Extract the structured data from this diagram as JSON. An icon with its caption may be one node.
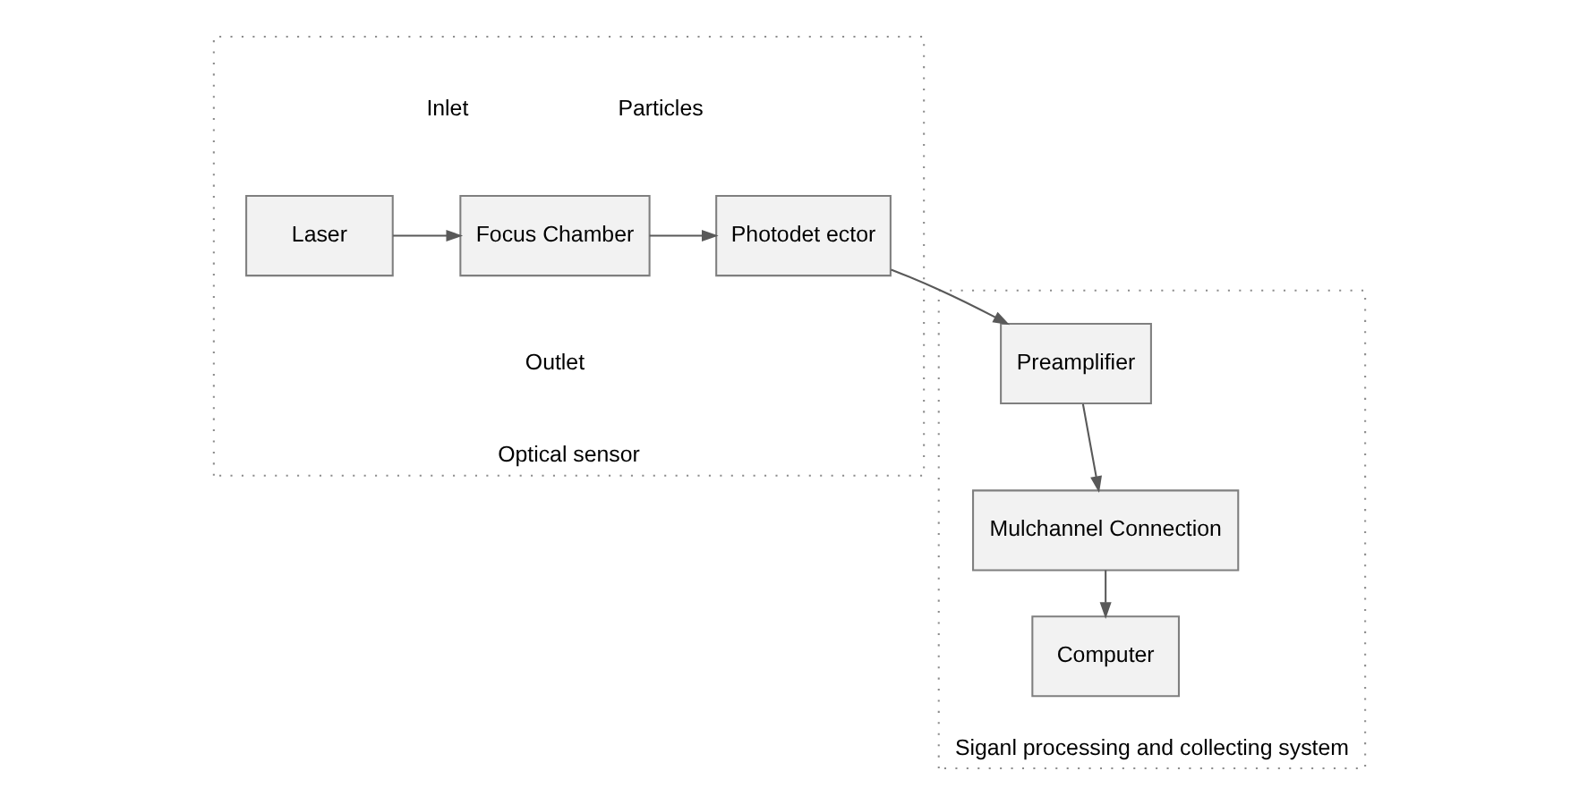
{
  "diagram": {
    "nodes": [
      {
        "text": [
          "Optical sensor"
        ]
      },
      {
        "text": [
          "Laser"
        ],
        "in": 0
      },
      {
        "text": [
          "Focus Chamber"
        ],
        "in": 0
      },
      {
        "text": [
          "Photodet ector"
        ],
        "in": 0
      },
      {
        "text": [
          "Siganl processing and collecting system"
        ]
      },
      {
        "text": [
          "Preamplifier"
        ],
        "in": 4
      },
      {
        "text": [
          "Mulchannel Connection"
        ],
        "in": 4
      },
      {
        "text": [
          "Computer"
        ],
        "in": 4
      }
    ],
    "edges": [
      {
        "from": 1,
        "to": 2,
        "arrow": "to"
      },
      {
        "from": 2,
        "to": 3,
        "arrow": "to"
      },
      {
        "from": 3,
        "to": 5,
        "arrow": "to"
      },
      {
        "from": 5,
        "to": 6,
        "arrow": "to"
      },
      {
        "from": 6,
        "to": 7,
        "arrow": "to"
      }
    ],
    "labels": [
      "Particles",
      "Inlet",
      "Outlet"
    ]
  }
}
